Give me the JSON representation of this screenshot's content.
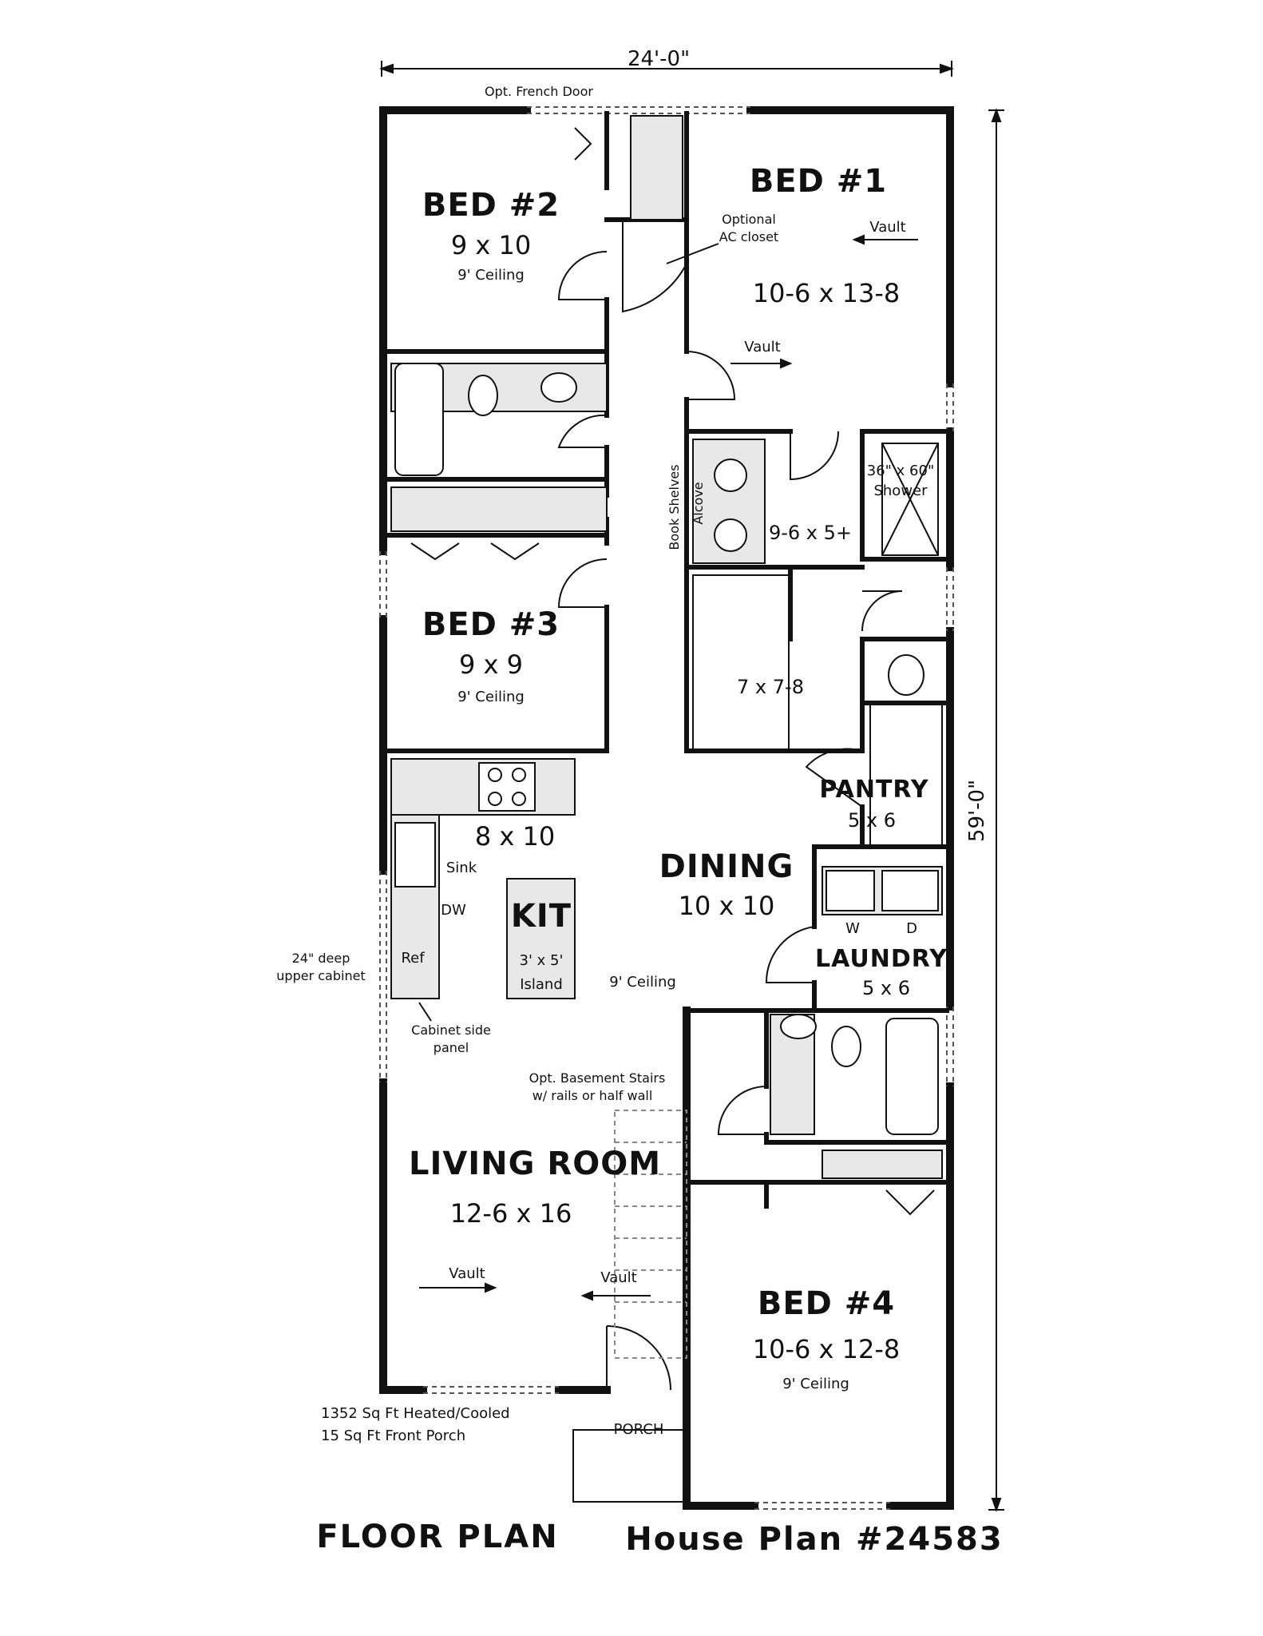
{
  "dimensions": {
    "width": "24'-0\"",
    "depth": "59'-0\""
  },
  "rooms": {
    "bed1": {
      "name": "BED #1",
      "size": "10-6 x 13-8",
      "vault_top": "Vault",
      "vault_bottom": "Vault"
    },
    "bed2": {
      "name": "BED #2",
      "size": "9 x 10",
      "ceiling": "9' Ceiling"
    },
    "bed3": {
      "name": "BED #3",
      "size": "9 x 9",
      "ceiling": "9' Ceiling"
    },
    "bed4": {
      "name": "BED #4",
      "size": "10-6 x 12-8",
      "ceiling": "9' Ceiling"
    },
    "master_bath": {
      "size": "9-6 x 5+",
      "shower": "36\" x 60\"",
      "shower_label": "Shower"
    },
    "closet": {
      "size": "7 x 7-8"
    },
    "pantry": {
      "name": "PANTRY",
      "size": "5 x 6"
    },
    "laundry": {
      "name": "LAUNDRY",
      "size": "5 x 6",
      "washer": "W",
      "dryer": "D"
    },
    "dining": {
      "name": "DINING",
      "size": "10 x 10",
      "ceiling": "9' Ceiling"
    },
    "kitchen": {
      "size": "8 x 10",
      "name": "KIT",
      "island_size": "3' x 5'",
      "island": "Island",
      "sink": "Sink",
      "dw": "DW",
      "ref": "Ref"
    },
    "living": {
      "name": "LIVING ROOM",
      "size": "12-6 x 16",
      "vault_left": "Vault",
      "vault_right": "Vault"
    },
    "porch": {
      "name": "PORCH"
    }
  },
  "notes": {
    "french_door": "Opt. French Door",
    "ac_closet_line1": "Optional",
    "ac_closet_line2": "AC closet",
    "book_shelves": "Book Shelves",
    "alcove": "Alcove",
    "upper_cabinet_line1": "24\" deep",
    "upper_cabinet_line2": "upper cabinet",
    "side_panel_line1": "Cabinet side",
    "side_panel_line2": "panel",
    "stairs_line1": "Opt. Basement Stairs",
    "stairs_line2": "w/ rails or half wall",
    "heated": "1352 Sq Ft Heated/Cooled",
    "porch_area": "15 Sq Ft Front Porch"
  },
  "footer": {
    "left": "FLOOR PLAN",
    "right": "House Plan #24583"
  }
}
